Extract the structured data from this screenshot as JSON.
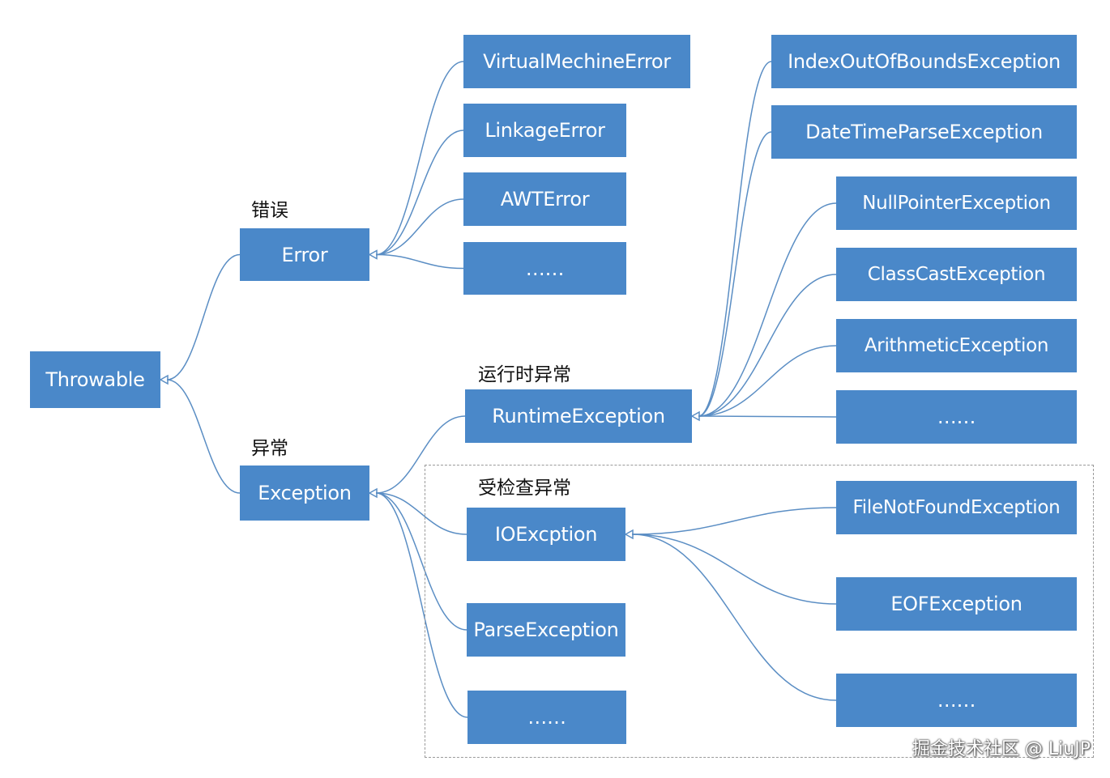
{
  "labels": {
    "error_category": "错误",
    "exception_category": "异常",
    "runtime_category": "运行时异常",
    "checked_category": "受检查异常"
  },
  "nodes": {
    "throwable": "Throwable",
    "error": "Error",
    "exception": "Exception",
    "virtual_machine_error": "VirtualMechineError",
    "linkage_error": "LinkageError",
    "awt_error": "AWTError",
    "error_more": "……",
    "runtime_exception": "RuntimeException",
    "io_exception": "IOExcption",
    "parse_exception": "ParseException",
    "checked_more": "……",
    "index_out_of_bounds": "IndexOutOfBoundsException",
    "datetime_parse": "DateTimeParseException",
    "null_pointer": "NullPointerException",
    "class_cast": "ClassCastException",
    "arithmetic": "ArithmeticException",
    "runtime_more": "……",
    "file_not_found": "FileNotFoundException",
    "eof_exception": "EOFException",
    "io_more": "……"
  },
  "edges": [
    {
      "parent": "throwable",
      "child": "error"
    },
    {
      "parent": "throwable",
      "child": "exception"
    },
    {
      "parent": "error",
      "child": "virtual_machine_error"
    },
    {
      "parent": "error",
      "child": "linkage_error"
    },
    {
      "parent": "error",
      "child": "awt_error"
    },
    {
      "parent": "error",
      "child": "error_more"
    },
    {
      "parent": "exception",
      "child": "runtime_exception"
    },
    {
      "parent": "exception",
      "child": "io_exception"
    },
    {
      "parent": "exception",
      "child": "parse_exception"
    },
    {
      "parent": "exception",
      "child": "checked_more"
    },
    {
      "parent": "runtime_exception",
      "child": "index_out_of_bounds"
    },
    {
      "parent": "runtime_exception",
      "child": "datetime_parse"
    },
    {
      "parent": "runtime_exception",
      "child": "null_pointer"
    },
    {
      "parent": "runtime_exception",
      "child": "class_cast"
    },
    {
      "parent": "runtime_exception",
      "child": "arithmetic"
    },
    {
      "parent": "runtime_exception",
      "child": "runtime_more"
    },
    {
      "parent": "io_exception",
      "child": "file_not_found"
    },
    {
      "parent": "io_exception",
      "child": "eof_exception"
    },
    {
      "parent": "io_exception",
      "child": "io_more"
    }
  ],
  "watermark": "掘金技术社区 @ LiuJP",
  "colors": {
    "node_fill": "#4a88c9",
    "edge": "#5b8ec4",
    "node_text": "#ffffff"
  }
}
